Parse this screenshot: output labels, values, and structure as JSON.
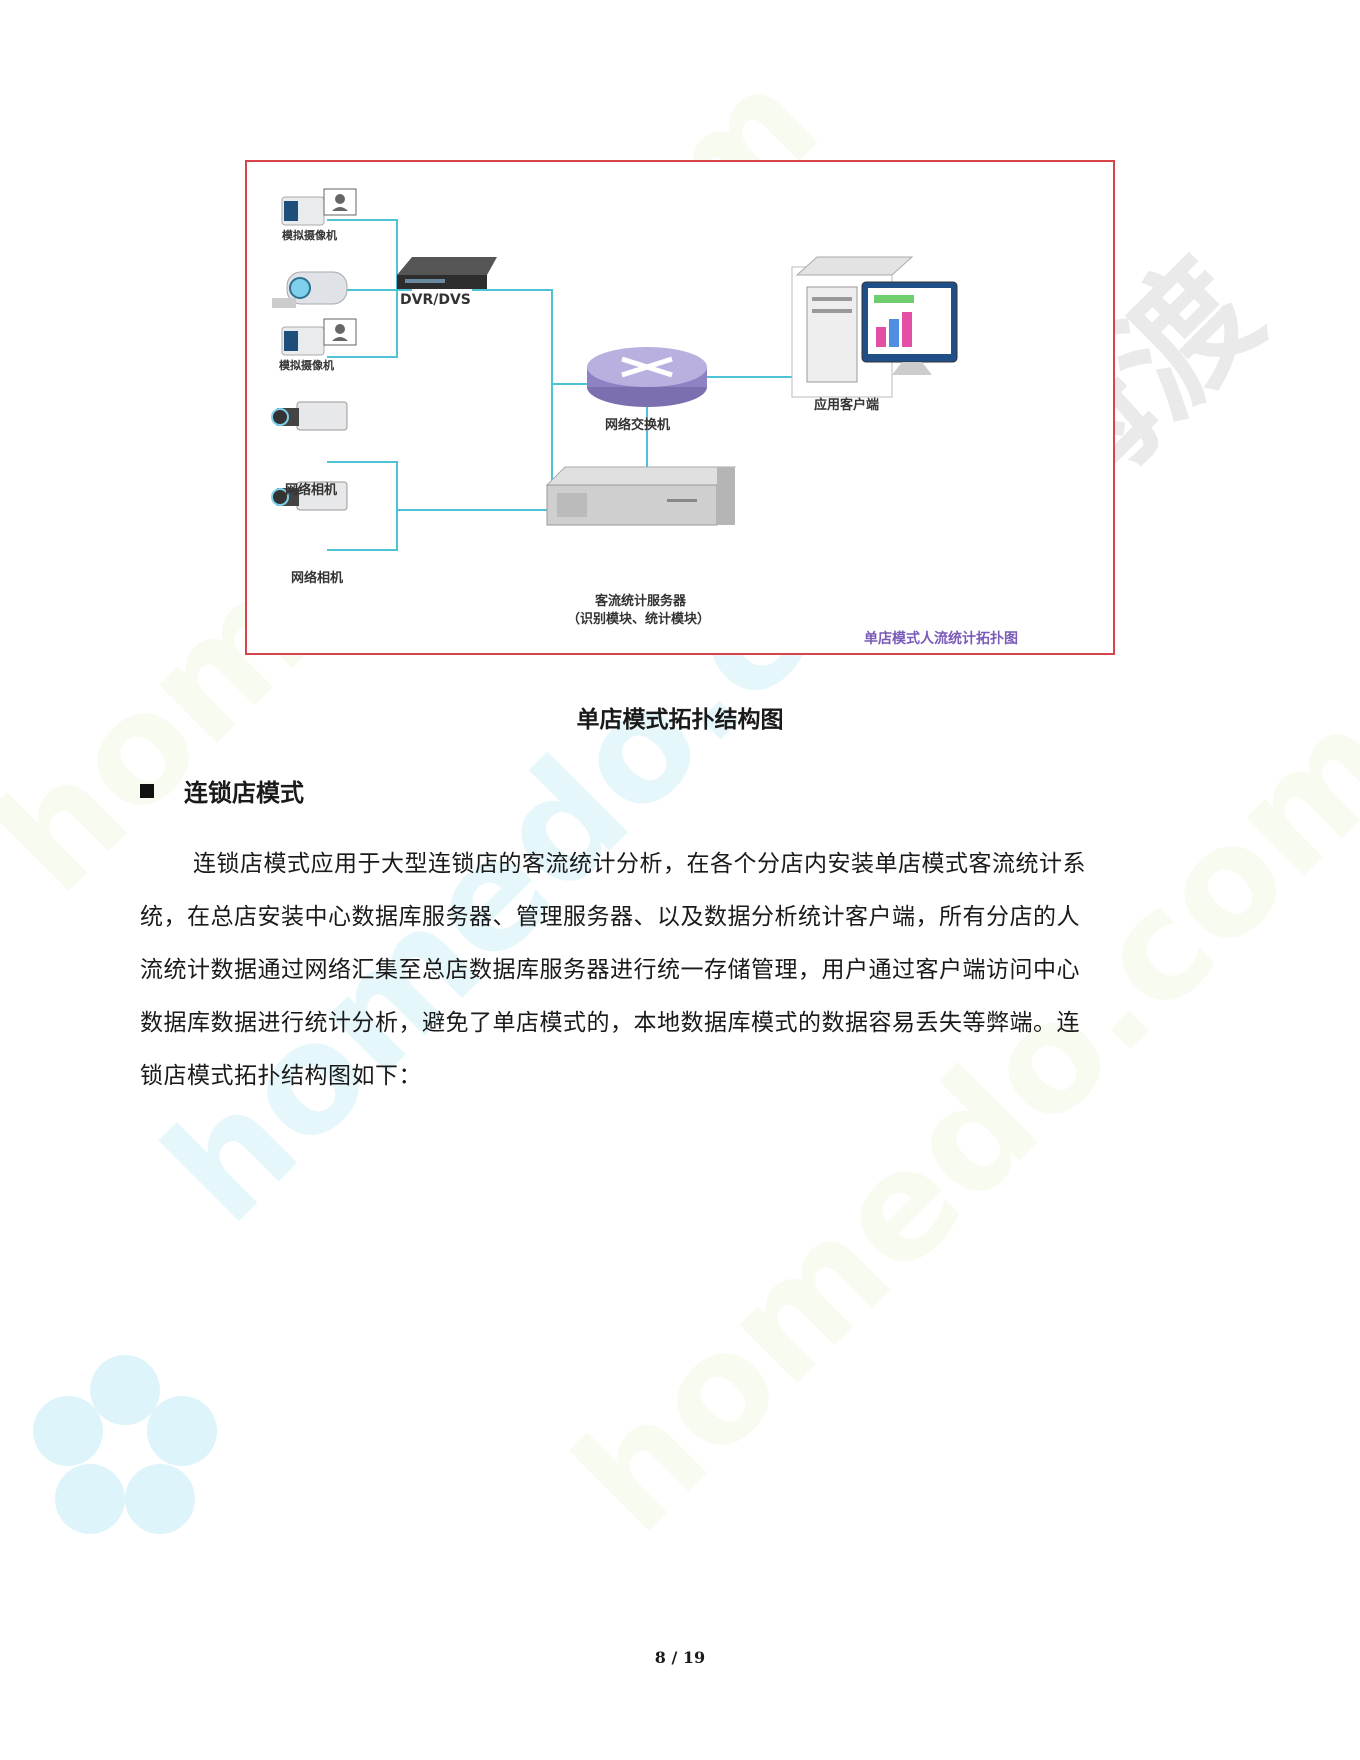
{
  "figure": {
    "labels": {
      "analog_camera_1": "模拟摄像机",
      "analog_camera_2": "模拟摄像机",
      "dvr": "DVR/DVS",
      "switch": "网络交换机",
      "client": "应用客户端",
      "network_camera_1": "网络相机",
      "network_camera_2": "网络相机",
      "server_line1": "客流统计服务器",
      "server_line2": "（识别模块、统计模块）",
      "inner_caption": "单店模式人流统计拓扑图"
    },
    "colors": {
      "frame": "#d9434a",
      "link": "#4fc3d6",
      "inner_caption": "#7a5bb8"
    }
  },
  "caption": "单店模式拓扑结构图",
  "section": {
    "bullet_icon": "black-square-icon",
    "title": "连锁店模式"
  },
  "paragraph": {
    "lines": [
      "连锁店模式应用于大型连锁店的客流统计分析，在各个分店内安装单店模式客流统计系",
      "统，在总店安装中心数据库服务器、管理服务器、以及数据分析统计客户端，所有分店的人",
      "流统计数据通过网络汇集至总店数据库服务器进行统一存储管理，用户通过客户端访问中心",
      "数据库数据进行统计分析，避免了单店模式的，本地数据库模式的数据容易丢失等弊端。连",
      "锁店模式拓扑结构图如下："
    ]
  },
  "page_number": "8 / 19",
  "watermark": {
    "text": "homedo.com",
    "cn": "河姆渡"
  }
}
